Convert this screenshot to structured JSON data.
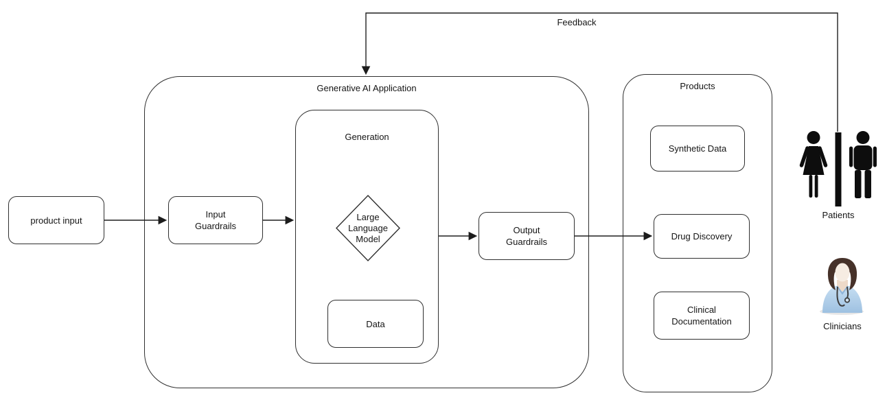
{
  "colors": {
    "line": "#1f1f1f",
    "box_border": "#2e2e2e",
    "text": "#141414",
    "icon_black": "#0d0d0d",
    "clinician_hair": "#463129",
    "clinician_skin": "#f6ece2",
    "clinician_scrub": "#aecde9",
    "background": "#ffffff"
  },
  "diagram": {
    "feedback_label": "Feedback",
    "containers": {
      "generative_ai_application": {
        "label": "Generative AI Application"
      },
      "generation": {
        "label": "Generation"
      },
      "products": {
        "label": "Products"
      }
    },
    "nodes": {
      "product_input": {
        "label": "product input"
      },
      "input_guardrails": {
        "label": "Input\nGuardrails"
      },
      "large_language_model": {
        "label": "Large\nLanguage\nModel"
      },
      "data": {
        "label": "Data"
      },
      "output_guardrails": {
        "label": "Output\nGuardrails"
      },
      "synthetic_data": {
        "label": "Synthetic Data"
      },
      "drug_discovery": {
        "label": "Drug Discovery"
      },
      "clinical_documentation": {
        "label": "Clinical\nDocumentation"
      }
    },
    "actors": {
      "patients": {
        "label": "Patients"
      },
      "clinicians": {
        "label": "Clinicians"
      }
    }
  }
}
